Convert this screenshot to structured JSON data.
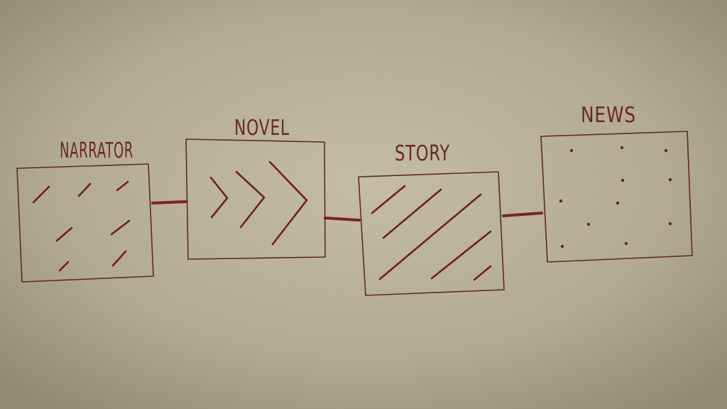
{
  "diagram": {
    "nodes": [
      {
        "id": "narrator",
        "label": "NARRATOR",
        "pattern": "short-slashes"
      },
      {
        "id": "novel",
        "label": "NOVEL",
        "pattern": "chevrons"
      },
      {
        "id": "story",
        "label": "STORY",
        "pattern": "diagonal-lines"
      },
      {
        "id": "news",
        "label": "NEWS",
        "pattern": "dots"
      }
    ],
    "edges": [
      {
        "from": "narrator",
        "to": "novel"
      },
      {
        "from": "novel",
        "to": "story"
      },
      {
        "from": "story",
        "to": "news"
      }
    ],
    "colors": {
      "ink": "#6b2318",
      "paper": "#b5aa92"
    }
  }
}
